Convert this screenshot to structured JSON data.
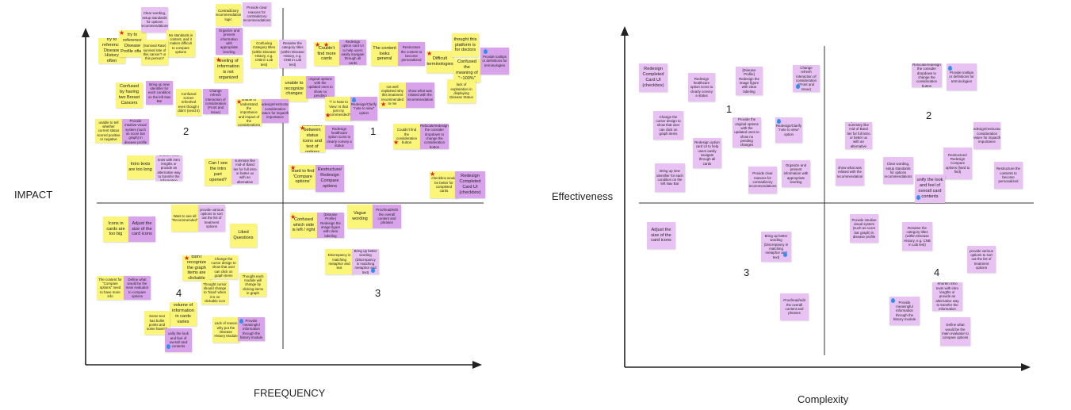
{
  "left": {
    "y_label": "IMPACT",
    "x_label": "FREEQUENCY",
    "quadrants": [
      "1",
      "2",
      "3",
      "4"
    ],
    "notes": [
      {
        "text": "try to reference Disease History often",
        "color": "y"
      },
      {
        "text": "try to reference Disease Profile often",
        "color": "y"
      },
      {
        "text": "Clear wording, setup standards for options recommendations",
        "color": "l"
      },
      {
        "text": "No standards in content, and it makes difficult to compare options",
        "color": "y"
      },
      {
        "text": "(Survival Rate) survival rate of this cancer? or this person?",
        "color": "y"
      },
      {
        "text": "Contradictory recommendation logic",
        "color": "y"
      },
      {
        "text": "Provide clear reasons for contradictory recommendations",
        "color": "l"
      },
      {
        "text": "Organize and present information with appropriate leveling",
        "color": "p"
      },
      {
        "text": "leveling of information is not organized",
        "color": "y"
      },
      {
        "text": "Confusing Category titles (within Disease History, e.g. CNB in Lab test)",
        "color": "y"
      },
      {
        "text": "Rename the category titles (within Disease History, e.g. CNB in Lab test)",
        "color": "l"
      },
      {
        "text": "Couldn't find more cards",
        "color": "y"
      },
      {
        "text": "Redesign option card UI to help users easily navigate through all cards",
        "color": "p"
      },
      {
        "text": "The content looks general",
        "color": "y"
      },
      {
        "text": "Restructure the content to become personalized",
        "color": "p"
      },
      {
        "text": "Difficult terminologies",
        "color": "y"
      },
      {
        "text": "thought this platform is for doctors",
        "color": "y"
      },
      {
        "text": "Confused the meaning of \"~100%\"",
        "color": "y"
      },
      {
        "text": "Provide tooltips or definitions for terminologies",
        "color": "p"
      },
      {
        "text": "lack of explanation in displaying Disease Status",
        "color": "y"
      },
      {
        "text": "Confused by having two Breast Cancers",
        "color": "y"
      },
      {
        "text": "Bring up new identifier for each condition on the left Nav Bar",
        "color": "p"
      },
      {
        "text": "Confused screen refreshed even though I didn't (send it)",
        "color": "y"
      },
      {
        "text": "Change refresh interaction of consideration (Front and Issue)",
        "color": "p"
      },
      {
        "text": "unable to recognize changes",
        "color": "y"
      },
      {
        "text": "Provide the original options with the updated ones to show no pending changes",
        "color": "p"
      },
      {
        "text": "unable to understand the importance and impact of the considerations",
        "color": "y"
      },
      {
        "text": "Redesign/restructure consideration feature for impactful importance",
        "color": "p"
      },
      {
        "text": "\"i\" is Note to View: Is that just my recommended?",
        "color": "y"
      },
      {
        "text": "Redesign/Clarify \"note to view\" option",
        "color": "p"
      },
      {
        "text": "not well explained why this treatment recommended to me",
        "color": "y"
      },
      {
        "text": "show what was related with the recommendation",
        "color": "p"
      },
      {
        "text": "unable to tell whether current status scored positive or negative",
        "color": "y"
      },
      {
        "text": "Provide intuitive visual system (such as score bar graph) in disease profile",
        "color": "p"
      },
      {
        "text": "Mismatch between status icons and text of options",
        "color": "y"
      },
      {
        "text": "Redesign healthcare option icons to clearly convey a status",
        "color": "p"
      },
      {
        "text": "Couldn't find the consideration button",
        "color": "y"
      },
      {
        "text": "Relocate/redesign the consider dropdown to change the consideration button",
        "color": "p"
      },
      {
        "text": "Intro texts are too long",
        "color": "y"
      },
      {
        "text": "Shorten intro texts with intro lengths or provide an alternative way to transfer the information",
        "color": "l"
      },
      {
        "text": "Can I see the intro part opened?",
        "color": "y"
      },
      {
        "text": "Update intro summary like mid-of Band tier for full intro or better ux with an alternative design",
        "color": "l"
      },
      {
        "text": "Hard to find 'Compare options'",
        "color": "y"
      },
      {
        "text": "Restructure/ Redesign Compare options",
        "color": "p"
      },
      {
        "text": "checkbox would be better for completed cards",
        "color": "y"
      },
      {
        "text": "Redesign Completed Card UI (checkbox)",
        "color": "p"
      },
      {
        "text": "Icons in cards are too big",
        "color": "y"
      },
      {
        "text": "Adjust the size of the card icons",
        "color": "p"
      },
      {
        "text": "Want to see all \"Recommended\"",
        "color": "y"
      },
      {
        "text": "provide various options to sort out the list of treatment options",
        "color": "l"
      },
      {
        "text": "Liked Questions",
        "color": "y"
      },
      {
        "text": "Confused which side is left / right",
        "color": "y"
      },
      {
        "text": "[Disease Profile] Redesign the image figure with clear labeling",
        "color": "p"
      },
      {
        "text": "Vague wording",
        "color": "y"
      },
      {
        "text": "Proofread/edit the overall content and phrases",
        "color": "p"
      },
      {
        "text": "Discrepancy in matching metaphor and text",
        "color": "y"
      },
      {
        "text": "Bring up better wording (Discrepancy in matching metaphor and text)",
        "color": "l"
      },
      {
        "text": "didn't recognize the graph items are clickable",
        "color": "y"
      },
      {
        "text": "Change the cursor design to show that user can click on graph items",
        "color": "l"
      },
      {
        "text": "Thought cursor should change to 'hand' when it is on clickable icon",
        "color": "y"
      },
      {
        "text": "Thought each module will change by clicking items in graph",
        "color": "y"
      },
      {
        "text": "The content for \"Compare options\" need to have more info",
        "color": "y"
      },
      {
        "text": "Define what would be the main evaluator to compare options",
        "color": "p"
      },
      {
        "text": "volume of information in cards varies",
        "color": "y"
      },
      {
        "text": "Some text has bullet points and some haven't",
        "color": "y"
      },
      {
        "text": "unify the look and feel of overall card contents",
        "color": "p"
      },
      {
        "text": "Lack of reason why put the Disease History Module",
        "color": "y"
      },
      {
        "text": "Provide meaningful information through the history module",
        "color": "p"
      }
    ]
  },
  "right": {
    "y_label": "Effectiveness",
    "x_label": "Complexity",
    "quadrants": [
      "1",
      "2",
      "3",
      "4"
    ],
    "notes": [
      {
        "text": "Redesign Completed Card UI (checkbox)",
        "color": "l"
      },
      {
        "text": "Redesign healthcare option icons to clearly convey a status",
        "color": "l"
      },
      {
        "text": "[Disease Profile] Redesign the image figure with clear labeling",
        "color": "l"
      },
      {
        "text": "Change refresh interaction of consideration (Front and Issue)",
        "color": "l"
      },
      {
        "text": "Relocate/redesign the consider dropdown to change the consideration button",
        "color": "l"
      },
      {
        "text": "Provide tooltips or definitions for terminologies",
        "color": "l"
      },
      {
        "text": "Change the cursor design to show that user can click on graph items",
        "color": "l"
      },
      {
        "text": "Provide the original options with the updated ones to show no pending changes",
        "color": "l"
      },
      {
        "text": "Redesign/Clarify \"note to view\" option",
        "color": "l"
      },
      {
        "text": "Update intro summary like mid-of Band tier for full intro or better ux with an alternative design",
        "color": "l"
      },
      {
        "text": "Redesign/restructure consideration feature for impactful importance",
        "color": "l"
      },
      {
        "text": "Redesign option card UI to help users easily navigate through all cards",
        "color": "l"
      },
      {
        "text": "Bring up new identifier for each condition on the left Nav Bar",
        "color": "l"
      },
      {
        "text": "Provide clear reasons for contradictory recommendations",
        "color": "l"
      },
      {
        "text": "Organize and present information with appropriate leveling",
        "color": "l"
      },
      {
        "text": "show what was related with the recommendation",
        "color": "l"
      },
      {
        "text": "Clear wording, setup standards for options recommendations",
        "color": "l"
      },
      {
        "text": "Restructure/ Redesign Compare options (hard to find)",
        "color": "l"
      },
      {
        "text": "unify the look and feel of overall card contents",
        "color": "l"
      },
      {
        "text": "Restructure the contents to become personalized",
        "color": "l"
      },
      {
        "text": "Adjust the size of the card icons",
        "color": "l"
      },
      {
        "text": "Provide intuitive visual system (such as score bar graph) in disease profile",
        "color": "l"
      },
      {
        "text": "Rename the category titles (within Disease History, e.g. CNB in Lab test)",
        "color": "l"
      },
      {
        "text": "Bring up better wording (Discrepancy in matching metaphor and text)",
        "color": "l"
      },
      {
        "text": "provide various options to sort out the list of treatment options",
        "color": "l"
      },
      {
        "text": "Shorten intro texts with intro lengths or provide an alternative way to transfer the information",
        "color": "l"
      },
      {
        "text": "Provide meaningful information through the history module",
        "color": "l"
      },
      {
        "text": "Proofread/edit the overall content and phrases",
        "color": "l"
      },
      {
        "text": "Define what would be the main evaluator to compare options",
        "color": "l"
      }
    ]
  }
}
